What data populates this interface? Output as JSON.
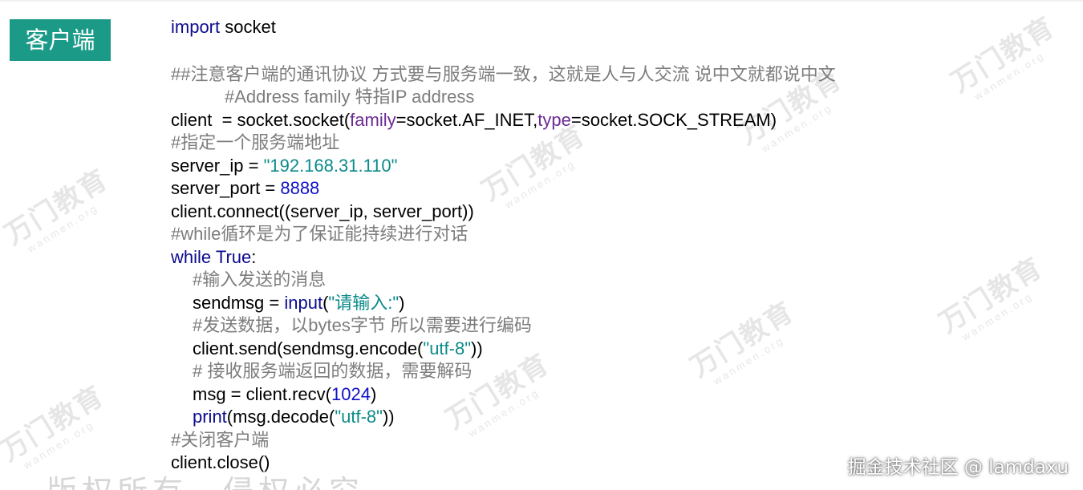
{
  "badge": {
    "label": "客户端",
    "color": "#1c9a88"
  },
  "code": {
    "l1": {
      "kw": "import",
      "rest": " socket"
    },
    "l2": "##注意客户端的通讯协议 方式要与服务端一致，这就是人与人交流 说中文就都说中文",
    "l3": "#Address family 特指IP address",
    "l4": {
      "a": "client  = socket.socket(",
      "p1": "family",
      "b": "=socket.AF_INET,",
      "p2": "type",
      "c": "=socket.SOCK_STREAM)"
    },
    "l5": "#指定一个服务端地址",
    "l6": {
      "a": "server_ip = ",
      "s": "\"192.168.31.110\""
    },
    "l7": {
      "a": "server_port = ",
      "n": "8888"
    },
    "l8": "client.connect((server_ip, server_port))",
    "l9": "#while循环是为了保证能持续进行对话",
    "l10": {
      "kw": "while",
      "sp": " ",
      "kw2": "True",
      "rest": ":"
    },
    "l11": "#输入发送的消息",
    "l12": {
      "a": "sendmsg = ",
      "f": "input",
      "b": "(",
      "s": "\"请输入:\"",
      "c": ")"
    },
    "l13": "#发送数据，以bytes字节 所以需要进行编码",
    "l14": {
      "a": "client.send(sendmsg.encode(",
      "s": "\"utf-8\"",
      "c": "))"
    },
    "l15": "# 接收服务端返回的数据，需要解码",
    "l16": {
      "a": "msg = client.recv(",
      "n": "1024",
      "c": ")"
    },
    "l17": {
      "f": "print",
      "a": "(msg.decode(",
      "s": "\"utf-8\"",
      "c": "))"
    },
    "l18": "#关闭客户端",
    "l19": "client.close()"
  },
  "watermark": {
    "main": "万门教育",
    "sub": "wanmen.org"
  },
  "footer": {
    "left": "版权所有，侵权必究",
    "right": "掘金技术社区 @ lamdaxu"
  }
}
